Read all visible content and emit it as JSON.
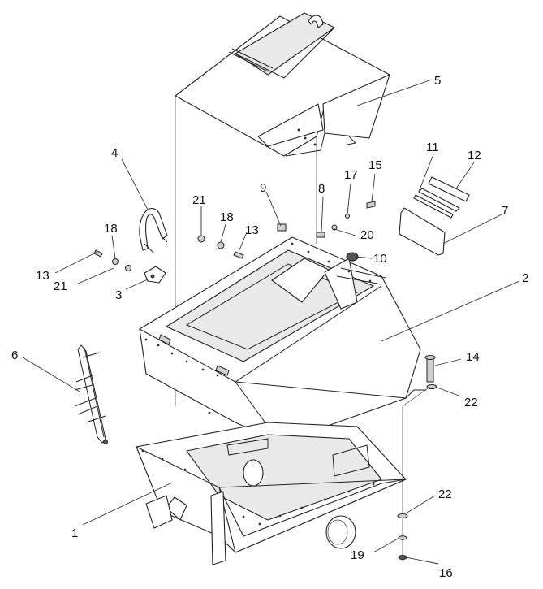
{
  "callouts": [
    {
      "id": "1",
      "label": "1"
    },
    {
      "id": "2",
      "label": "2"
    },
    {
      "id": "3",
      "label": "3"
    },
    {
      "id": "4",
      "label": "4"
    },
    {
      "id": "5",
      "label": "5"
    },
    {
      "id": "6",
      "label": "6"
    },
    {
      "id": "7",
      "label": "7"
    },
    {
      "id": "8",
      "label": "8"
    },
    {
      "id": "9",
      "label": "9"
    },
    {
      "id": "10",
      "label": "10"
    },
    {
      "id": "11",
      "label": "11"
    },
    {
      "id": "12",
      "label": "12"
    },
    {
      "id": "13a",
      "label": "13"
    },
    {
      "id": "13b",
      "label": "13"
    },
    {
      "id": "14",
      "label": "14"
    },
    {
      "id": "15",
      "label": "15"
    },
    {
      "id": "16",
      "label": "16"
    },
    {
      "id": "17",
      "label": "17"
    },
    {
      "id": "18a",
      "label": "18"
    },
    {
      "id": "18b",
      "label": "18"
    },
    {
      "id": "19",
      "label": "19"
    },
    {
      "id": "20",
      "label": "20"
    },
    {
      "id": "21a",
      "label": "21"
    },
    {
      "id": "21b",
      "label": "21"
    },
    {
      "id": "22a",
      "label": "22"
    },
    {
      "id": "22b",
      "label": "22"
    }
  ]
}
